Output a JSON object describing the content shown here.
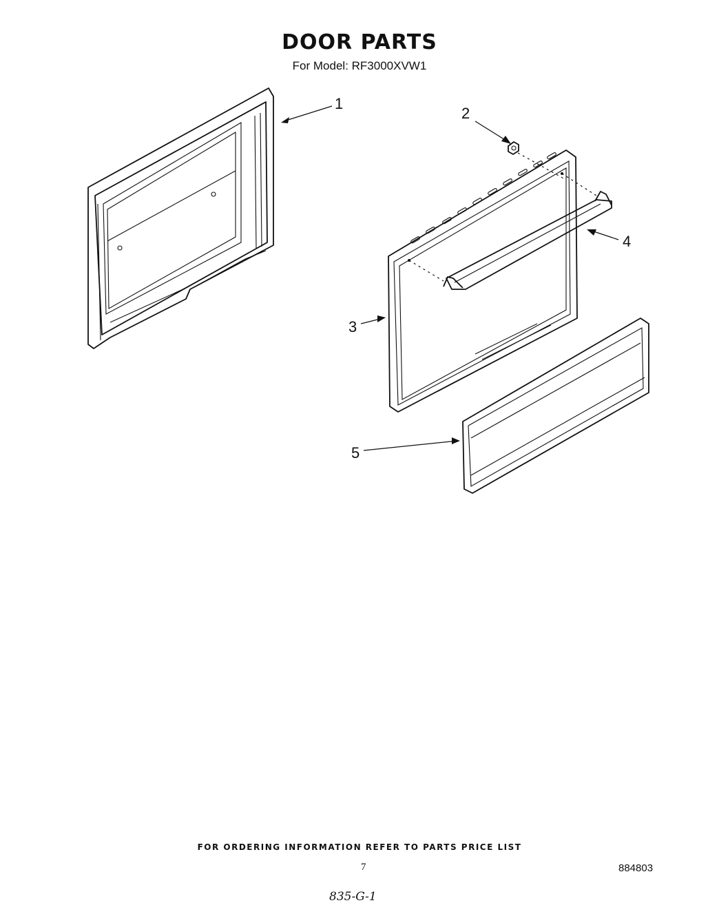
{
  "header": {
    "title": "DOOR PARTS",
    "subtitle": "For Model: RF3000XVW1"
  },
  "callouts": [
    "1",
    "2",
    "3",
    "4",
    "5"
  ],
  "footer": {
    "ordering_note": "FOR ORDERING INFORMATION REFER TO PARTS PRICE LIST",
    "page_number": "7",
    "document_number": "884803",
    "handwritten_note": "835-G-1"
  }
}
